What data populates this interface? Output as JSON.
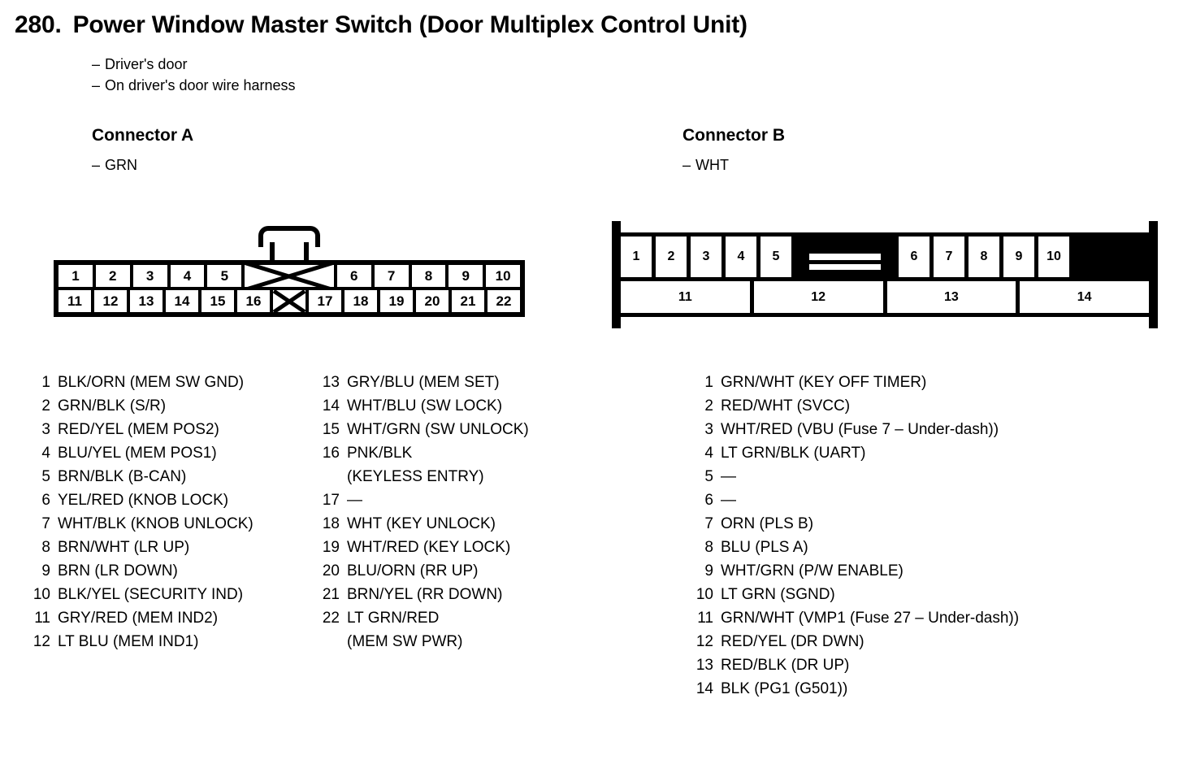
{
  "title": {
    "number": "280.",
    "text": "Power Window Master Switch (Door Multiplex Control Unit)"
  },
  "notes": [
    "Driver's door",
    "On driver's door wire harness"
  ],
  "connector_a": {
    "heading": "Connector A",
    "color": "GRN",
    "diagram": {
      "top_row": [
        "1",
        "2",
        "3",
        "4",
        "5",
        "",
        "6",
        "7",
        "8",
        "9",
        "10"
      ],
      "bottom_row": [
        "11",
        "12",
        "13",
        "14",
        "15",
        "16",
        "",
        "17",
        "18",
        "19",
        "20",
        "21",
        "22"
      ]
    },
    "pins": [
      {
        "no": "1",
        "text": "BLK/ORN (MEM SW GND)"
      },
      {
        "no": "2",
        "text": "GRN/BLK (S/R)"
      },
      {
        "no": "3",
        "text": "RED/YEL (MEM POS2)"
      },
      {
        "no": "4",
        "text": "BLU/YEL (MEM POS1)"
      },
      {
        "no": "5",
        "text": "BRN/BLK (B-CAN)"
      },
      {
        "no": "6",
        "text": "YEL/RED (KNOB LOCK)"
      },
      {
        "no": "7",
        "text": "WHT/BLK (KNOB UNLOCK)"
      },
      {
        "no": "8",
        "text": "BRN/WHT (LR UP)"
      },
      {
        "no": "9",
        "text": "BRN (LR DOWN)"
      },
      {
        "no": "10",
        "text": "BLK/YEL (SECURITY IND)"
      },
      {
        "no": "11",
        "text": "GRY/RED (MEM IND2)"
      },
      {
        "no": "12",
        "text": "LT BLU (MEM IND1)"
      },
      {
        "no": "13",
        "text": "GRY/BLU (MEM SET)"
      },
      {
        "no": "14",
        "text": "WHT/BLU (SW LOCK)"
      },
      {
        "no": "15",
        "text": "WHT/GRN (SW UNLOCK)"
      },
      {
        "no": "16",
        "text": "PNK/BLK",
        "text2": "(KEYLESS ENTRY)"
      },
      {
        "no": "17",
        "text": "—"
      },
      {
        "no": "18",
        "text": "WHT (KEY UNLOCK)"
      },
      {
        "no": "19",
        "text": "WHT/RED (KEY LOCK)"
      },
      {
        "no": "20",
        "text": "BLU/ORN (RR UP)"
      },
      {
        "no": "21",
        "text": "BRN/YEL (RR DOWN)"
      },
      {
        "no": "22",
        "text": "LT GRN/RED",
        "text2": "(MEM SW PWR)"
      }
    ]
  },
  "connector_b": {
    "heading": "Connector B",
    "color": "WHT",
    "diagram": {
      "top_row_left": [
        "1",
        "2",
        "3",
        "4",
        "5"
      ],
      "top_row_right": [
        "6",
        "7",
        "8",
        "9",
        "10"
      ],
      "bottom_row": [
        "11",
        "12",
        "13",
        "14"
      ]
    },
    "pins": [
      {
        "no": "1",
        "text": "GRN/WHT (KEY OFF TIMER)"
      },
      {
        "no": "2",
        "text": "RED/WHT (SVCC)"
      },
      {
        "no": "3",
        "text": "WHT/RED (VBU (Fuse 7 – Under-dash))"
      },
      {
        "no": "4",
        "text": "LT GRN/BLK (UART)"
      },
      {
        "no": "5",
        "text": "—"
      },
      {
        "no": "6",
        "text": "—"
      },
      {
        "no": "7",
        "text": "ORN (PLS B)"
      },
      {
        "no": "8",
        "text": "BLU (PLS A)"
      },
      {
        "no": "9",
        "text": "WHT/GRN (P/W ENABLE)"
      },
      {
        "no": "10",
        "text": "LT GRN (SGND)"
      },
      {
        "no": "11",
        "text": "GRN/WHT (VMP1 (Fuse 27 – Under-dash))"
      },
      {
        "no": "12",
        "text": "RED/YEL (DR DWN)"
      },
      {
        "no": "13",
        "text": "RED/BLK (DR UP)"
      },
      {
        "no": "14",
        "text": "BLK (PG1 (G501))"
      }
    ]
  },
  "colors": {
    "ink": "#000000",
    "paper": "#ffffff"
  }
}
